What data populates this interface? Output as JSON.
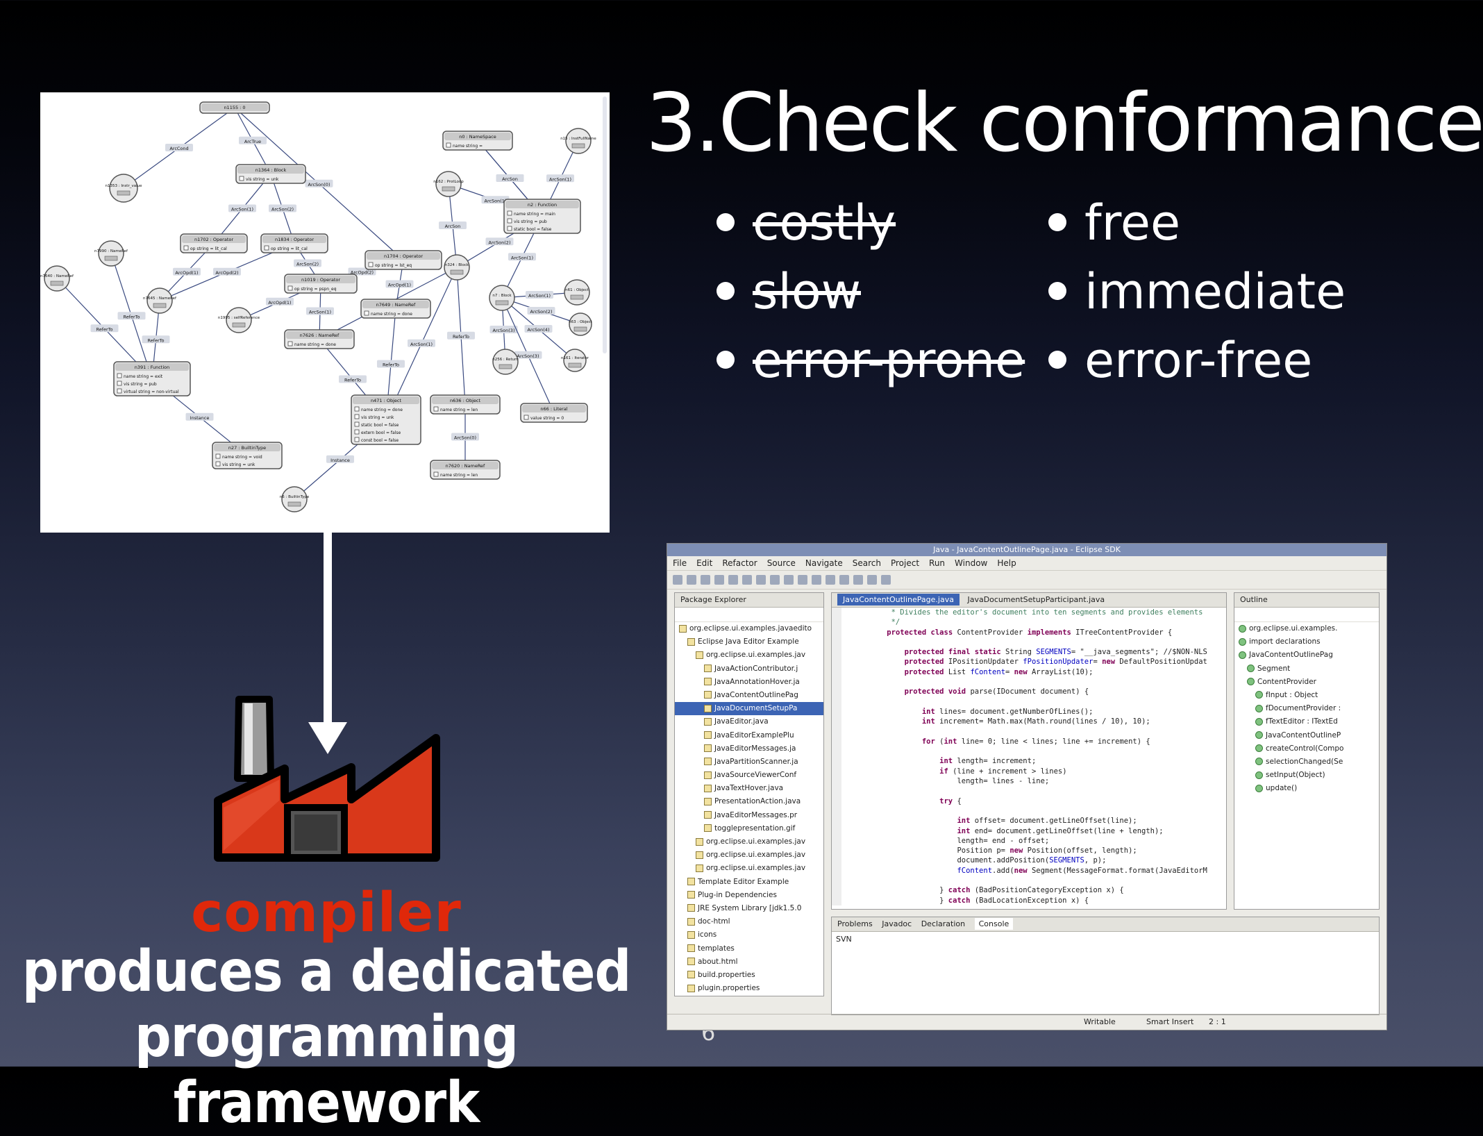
{
  "slide": {
    "title": "3.Check conformance",
    "crossed_out": [
      "costly",
      "slow",
      "error-prone"
    ],
    "benefits": [
      "free",
      "immediate",
      "error-free"
    ],
    "compiler_label": "compiler",
    "caption_line1": "produces a dedicated",
    "caption_line2": "programming framework",
    "page_number": "6"
  },
  "colors": {
    "compiler_red": "#e0280a",
    "factory_red": "#d9381a"
  },
  "graph": {
    "nodes": [
      {
        "id": "n1",
        "title": "n1155 : 0",
        "fields": []
      },
      {
        "id": "n2",
        "title": "n0 : NameSpace",
        "fields": [
          "name string ="
        ]
      },
      {
        "id": "n3",
        "title": "n15 : InstFullName",
        "fields": []
      },
      {
        "id": "n4",
        "title": "n1364 : Block",
        "fields": [
          "vis string = unk"
        ]
      },
      {
        "id": "n5",
        "title": "n1353 : Instr_value",
        "fields": []
      },
      {
        "id": "n6",
        "title": "n162 : ProtLoop",
        "fields": []
      },
      {
        "id": "n7",
        "title": "n2 : Function",
        "fields": [
          "name string = main",
          "vis string = pub",
          "static bool = false"
        ]
      },
      {
        "id": "n8",
        "title": "n1702 : Operator",
        "fields": [
          "op string = lit_cal"
        ]
      },
      {
        "id": "n9",
        "title": "n1834 : Operator",
        "fields": [
          "op string = lit_cal"
        ]
      },
      {
        "id": "n10",
        "title": "n7990 : NameRef",
        "fields": []
      },
      {
        "id": "n11",
        "title": "n1704 : Operator",
        "fields": [
          "op string = lst_eq"
        ]
      },
      {
        "id": "n12",
        "title": "n324 : Block",
        "fields": []
      },
      {
        "id": "n13",
        "title": "n7640 : NameRef",
        "fields": []
      },
      {
        "id": "n14",
        "title": "n1019 : Operator",
        "fields": [
          "op string = pspn_eq"
        ]
      },
      {
        "id": "n15",
        "title": "n7645 : NameRef",
        "fields": []
      },
      {
        "id": "n16",
        "title": "n7649 : NameRef",
        "fields": [
          "name string = done"
        ]
      },
      {
        "id": "n17",
        "title": "n7 : Block",
        "fields": []
      },
      {
        "id": "n18",
        "title": "n61 : Object",
        "fields": []
      },
      {
        "id": "n19",
        "title": "n1995 : selfReference",
        "fields": []
      },
      {
        "id": "n20",
        "title": "n7626 : NameRef",
        "fields": [
          "name string = done"
        ]
      },
      {
        "id": "n21",
        "title": "n63 : Object",
        "fields": []
      },
      {
        "id": "n22",
        "title": "n391 : Function",
        "fields": [
          "name string = exit",
          "vis string = pub",
          "virtual string = non-virtual"
        ]
      },
      {
        "id": "n23",
        "title": "n256 : Return",
        "fields": []
      },
      {
        "id": "n24",
        "title": "n161 : Iterator",
        "fields": []
      },
      {
        "id": "n25",
        "title": "n471 : Object",
        "fields": [
          "name string = done",
          "vis string = unk",
          "static bool = false",
          "extern bool = false",
          "const bool = false"
        ]
      },
      {
        "id": "n26",
        "title": "n636 : Object",
        "fields": [
          "name string = len"
        ]
      },
      {
        "id": "n27",
        "title": "n66 : Literal",
        "fields": [
          "value string = 0"
        ]
      },
      {
        "id": "n28",
        "title": "n27 : BuiltinType",
        "fields": [
          "name string = void",
          "vis string = unk"
        ]
      },
      {
        "id": "n29",
        "title": "n7620 : NameRef",
        "fields": [
          "name string = len"
        ]
      },
      {
        "id": "n30",
        "title": "n6 : BuiltinType",
        "fields": []
      }
    ],
    "edge_labels": [
      "ArcCond",
      "ArcTrue",
      "ArcSon(0)",
      "ArcSon(1)",
      "ArcSon(2)",
      "ArcSon(1)",
      "ArcSon(2)",
      "ArcSon(1)",
      "ArcSon(4)",
      "ArcSon(1)",
      "ArcOpd(1)",
      "ArcOpd(2)",
      "ArcOpd(1)",
      "ArcOpd(1)",
      "ArcOpd(2)",
      "ReferTo",
      "ReferTo",
      "ReferTo",
      "ReferTo",
      "ReferTo",
      "ReferTo",
      "ArcSon",
      "ArcSon(1)",
      "ArcSon(2)",
      "ArcSon(3)",
      "ArcSon(4)",
      "ArcSon(1)",
      "ArcSon(2)",
      "ArcSon(3)",
      "ArcSon",
      "Instance",
      "Instance",
      "ArcSon(0)",
      "ArcSon(1)",
      "ArcSon(2)"
    ]
  },
  "eclipse": {
    "window_title": "Java - JavaContentOutlinePage.java - Eclipse SDK",
    "menu": [
      "File",
      "Edit",
      "Refactor",
      "Source",
      "Navigate",
      "Search",
      "Project",
      "Run",
      "Window",
      "Help"
    ],
    "package_explorer": {
      "tab": "Package Explorer",
      "items": [
        "org.eclipse.ui.examples.javaedito",
        "Eclipse Java Editor Example",
        "org.eclipse.ui.examples.jav",
        "JavaActionContributor.j",
        "JavaAnnotationHover.ja",
        "JavaContentOutlinePag",
        "JavaDocumentSetupPa",
        "JavaEditor.java",
        "JavaEditorExamplePlu",
        "JavaEditorMessages.ja",
        "JavaPartitionScanner.ja",
        "JavaSourceViewerConf",
        "JavaTextHover.java",
        "PresentationAction.java",
        "JavaEditorMessages.pr",
        "togglepresentation.gif",
        "org.eclipse.ui.examples.jav",
        "org.eclipse.ui.examples.jav",
        "org.eclipse.ui.examples.jav",
        "Template Editor Example",
        "Plug-in Dependencies",
        "JRE System Library [jdk1.5.0",
        "doc-html",
        "icons",
        "templates",
        "about.html",
        "build.properties",
        "plugin.properties"
      ]
    },
    "editor_tabs": [
      "JavaContentOutlinePage.java",
      "JavaDocumentSetupParticipant.java"
    ],
    "code_lines": [
      "     * Divides the editor's document into ten segments and provides elements",
      "     */",
      "    protected class ContentProvider implements ITreeContentProvider {",
      "",
      "        protected final static String SEGMENTS= \"__java_segments\"; //$NON-NLS",
      "        protected IPositionUpdater fPositionUpdater= new DefaultPositionUpdat",
      "        protected List fContent= new ArrayList(10);",
      "",
      "        protected void parse(IDocument document) {",
      "",
      "            int lines= document.getNumberOfLines();",
      "            int increment= Math.max(Math.round(lines / 10), 10);",
      "",
      "            for (int line= 0; line < lines; line += increment) {",
      "",
      "                int length= increment;",
      "                if (line + increment > lines)",
      "                    length= lines - line;",
      "",
      "                try {",
      "",
      "                    int offset= document.getLineOffset(line);",
      "                    int end= document.getLineOffset(line + length);",
      "                    length= end - offset;",
      "                    Position p= new Position(offset, length);",
      "                    document.addPosition(SEGMENTS, p);",
      "                    fContent.add(new Segment(MessageFormat.format(JavaEditorM",
      "",
      "                } catch (BadPositionCategoryException x) {",
      "                } catch (BadLocationException x) {"
    ],
    "outline": {
      "tab": "Outline",
      "items": [
        "org.eclipse.ui.examples.",
        "import declarations",
        "JavaContentOutlinePag",
        "Segment",
        "ContentProvider",
        "fInput : Object",
        "fDocumentProvider :",
        "fTextEditor : ITextEd",
        "JavaContentOutlineP",
        "createControl(Compo",
        "selectionChanged(Se",
        "setInput(Object)",
        "update()"
      ]
    },
    "bottom_tabs": [
      "Problems",
      "Javadoc",
      "Declaration",
      "Console"
    ],
    "console_text": "SVN",
    "status": [
      "Writable",
      "Smart Insert",
      "2 : 1"
    ]
  }
}
